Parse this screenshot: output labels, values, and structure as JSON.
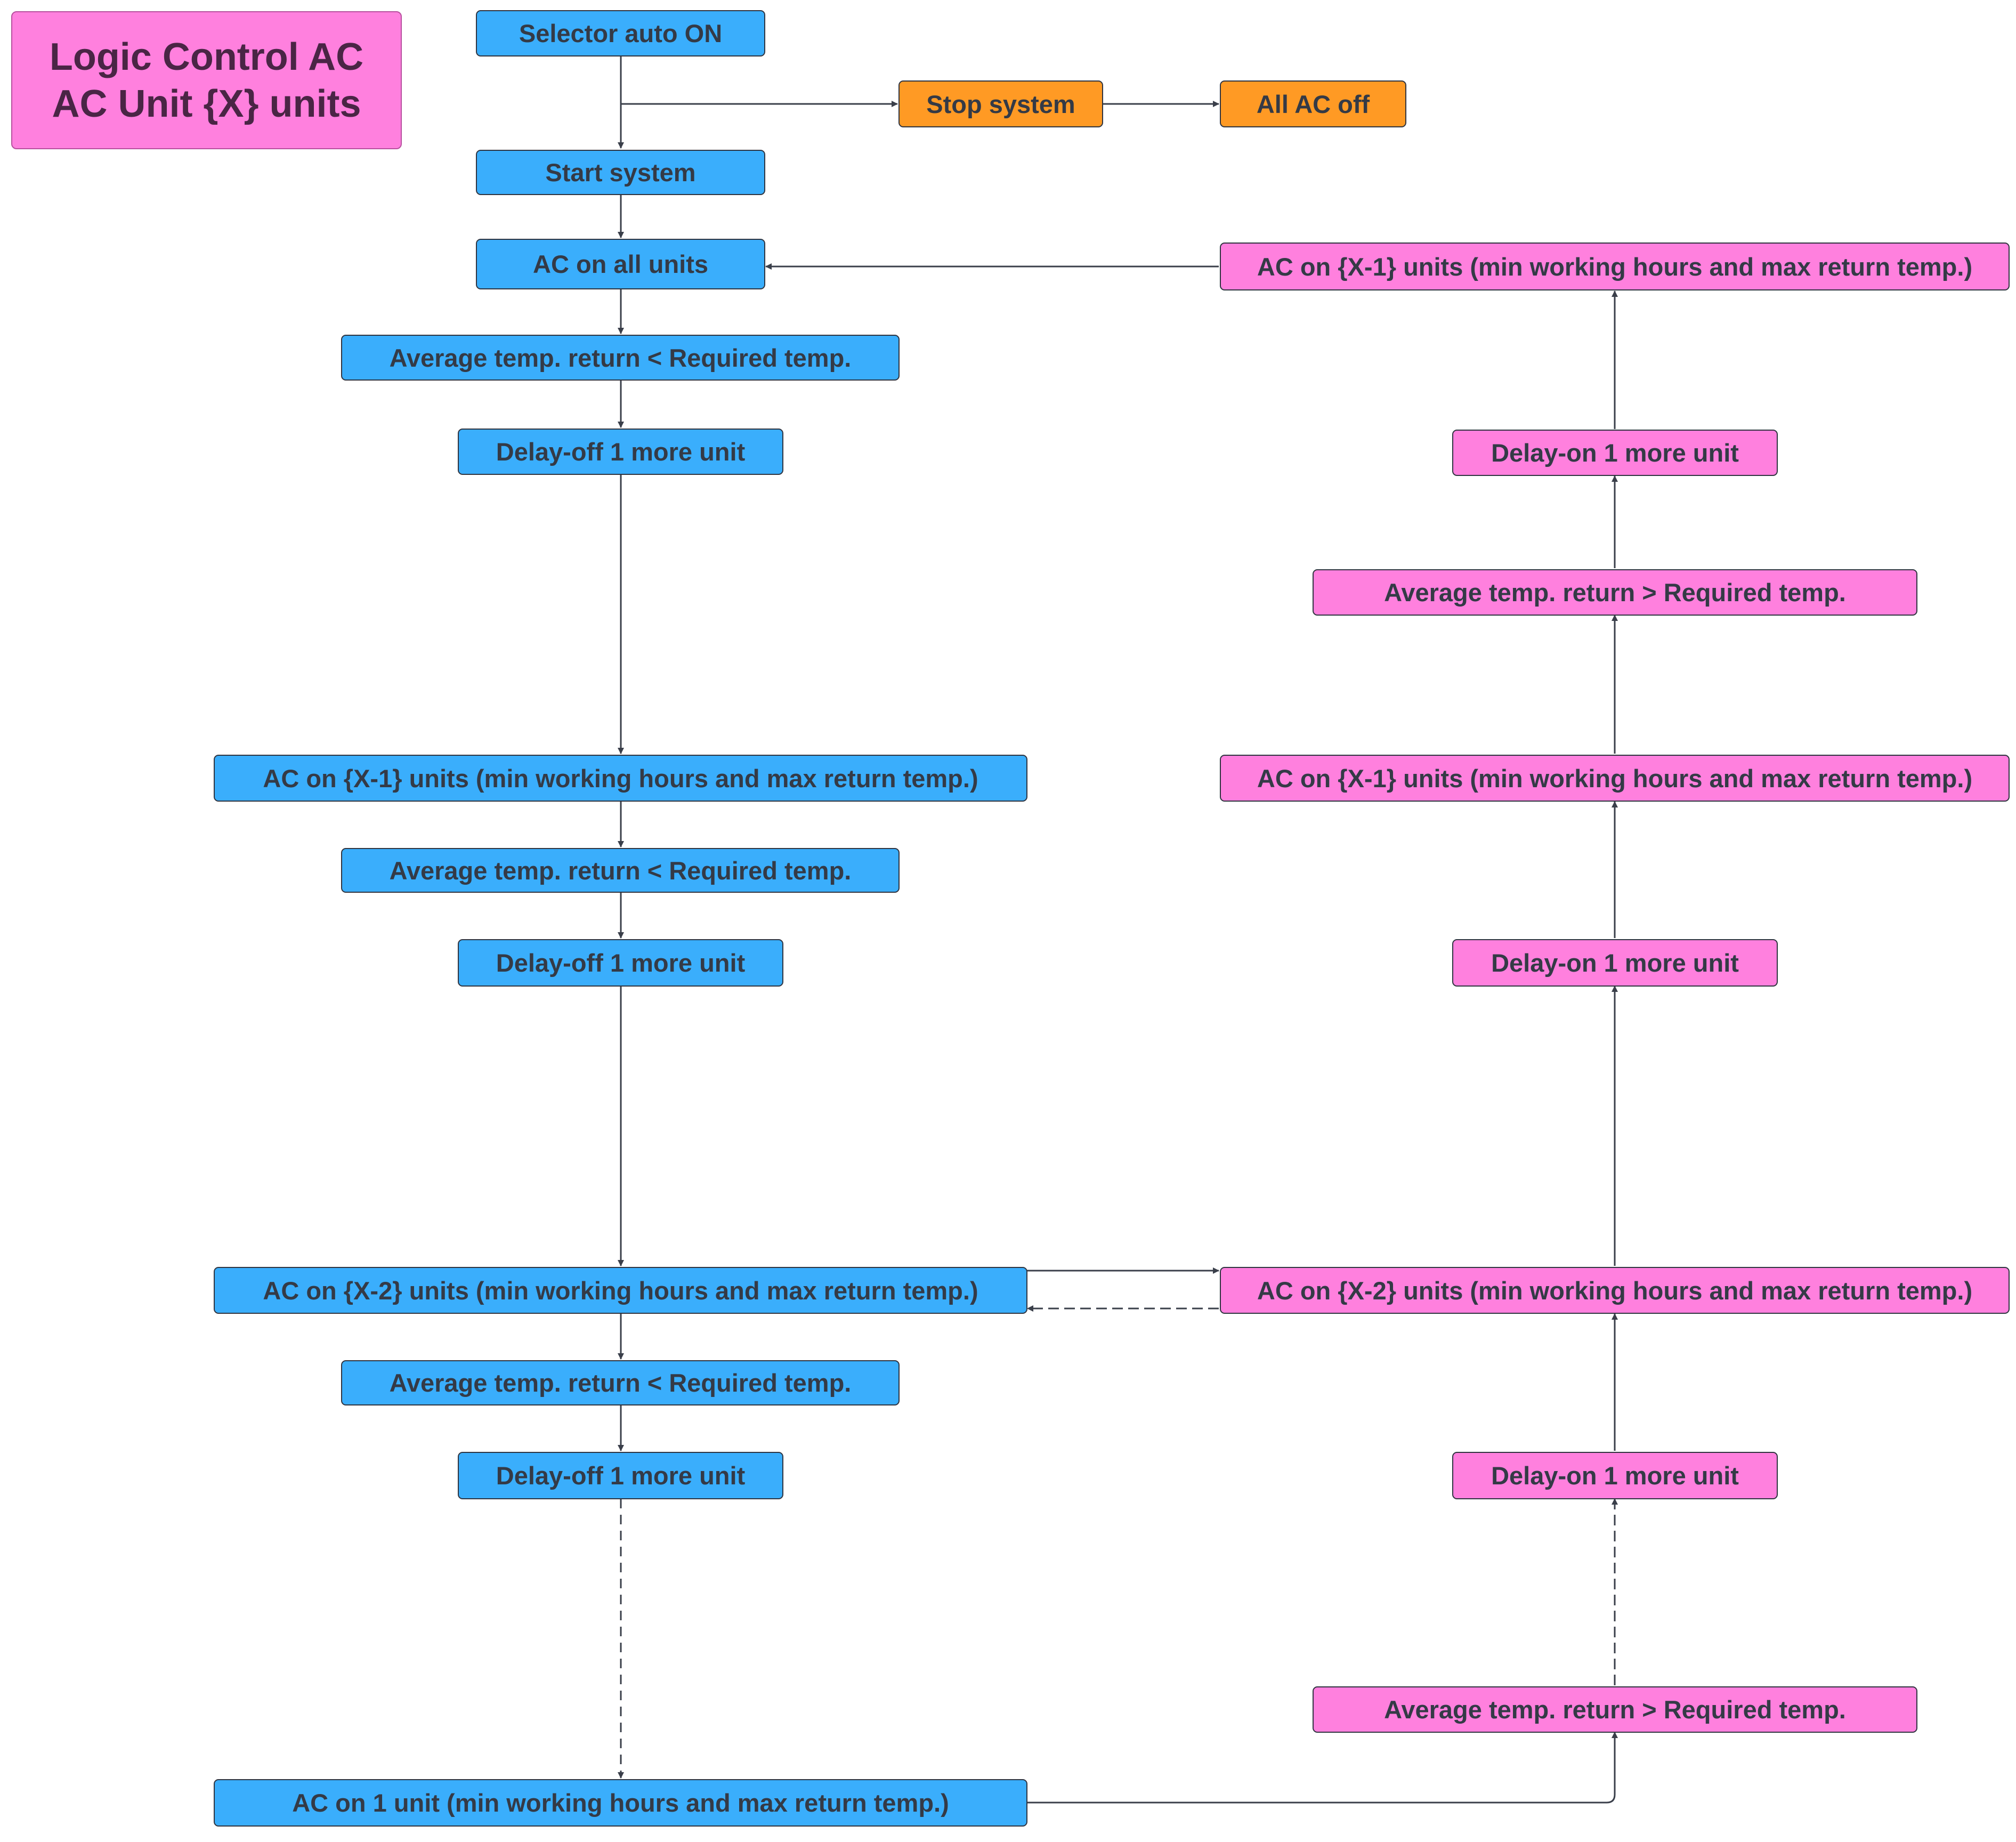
{
  "title": {
    "line1": "Logic Control AC",
    "line2": "AC Unit {X} units"
  },
  "colors": {
    "blue": "#3aaefc",
    "pink": "#ff80de",
    "orange": "#ff9a24",
    "line": "#3a3f4a"
  },
  "nodes": {
    "selector": "Selector auto ON",
    "stop": "Stop system",
    "alloff": "All AC off",
    "start": "Start system",
    "acall": "AC on all units",
    "l_avg1": "Average temp. return < Required temp.",
    "l_delay1": "Delay-off  1 more unit",
    "l_x1": "AC on {X-1} units (min working hours and max return temp.)",
    "l_avg2": "Average temp. return < Required temp.",
    "l_delay2": "Delay-off  1 more unit",
    "l_x2": "AC on {X-2} units (min working hours and max return temp.)",
    "l_avg3": "Average temp. return < Required temp.",
    "l_delay3": "Delay-off  1 more unit",
    "l_one": "AC on 1 unit (min working hours and max return temp.)",
    "r_x1top": "AC on {X-1} units (min working hours and max return temp.)",
    "r_delay1": "Delay-on 1 more unit",
    "r_avg1": "Average temp. return > Required temp.",
    "r_x1": "AC on {X-1} units (min working hours and max return temp.)",
    "r_delay2": "Delay-on 1 more unit",
    "r_x2": "AC on {X-2} units (min working hours and max return temp.)",
    "r_delay3": "Delay-on 1 more unit",
    "r_avg2": "Average temp. return > Required temp."
  }
}
